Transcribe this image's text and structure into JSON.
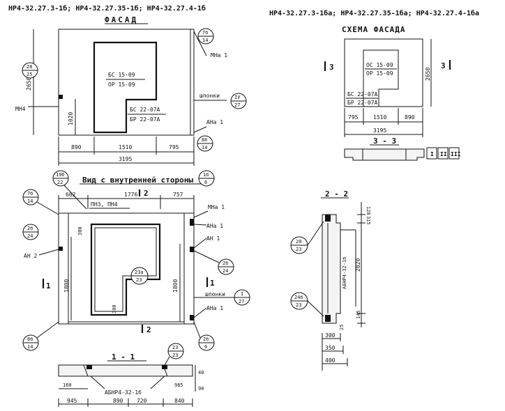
{
  "headers": {
    "left": "НР4-32.27.3-1б; НР4-32.27.35-1б; НР4-32.27.4-1б",
    "right": "НР4-32.27.3-1бa; НР4-32.27.35-1бa; НР4-32.27.4-1бa"
  },
  "titles": {
    "facade": "ФАСАД",
    "scheme": "СХЕМА ФАСАДА",
    "inner": "Вид с внутренней стороны",
    "s11": "1 - 1",
    "s22": "2 - 2",
    "s33": "3 - 3"
  },
  "facade": {
    "window_top": "БС 15-09",
    "window_bottom": "ОР 15-09",
    "door_top": "БС 22-07А",
    "door_bottom": "БР 22-07А",
    "bubble_left_top": "28",
    "bubble_left_bottom": "25",
    "bubble_tr_top": "7б",
    "bubble_tr_bottom": "14",
    "bubble_mid_top": "IУ",
    "bubble_mid_bottom": "27",
    "bubble_br_top": "8б",
    "bubble_br_bottom": "14",
    "mn_top": "МНа 1",
    "mn_left": "МН4",
    "shponki": "шпонки",
    "anal": "АНа 1",
    "dim_height": "2650",
    "dim_low": "1020",
    "dim_890": "890",
    "dim_1510": "1510",
    "dim_795": "795",
    "dim_total": "3195"
  },
  "scheme": {
    "window_top": "ОС 15-09",
    "window_bottom": "ОР 15-09",
    "door_top": "БС 22-07А",
    "door_bottom": "БР 22-07А",
    "dim_height": "2650",
    "dim_795": "795",
    "dim_1510": "1510",
    "dim_890": "890",
    "dim_total": "3195",
    "cut_left": "3",
    "cut_right": "3"
  },
  "inner": {
    "bubble_a_top": "19б",
    "bubble_a_bottom": "22",
    "bubble_b_top": "1б",
    "bubble_b_bottom": "6",
    "bubble_c_top": "7б",
    "bubble_c_bottom": "14",
    "bubble_d_top": "2б",
    "bubble_d_bottom": "24",
    "bubble_e_top": "2б",
    "bubble_e_bottom": "24",
    "bubble_f_top": "23а",
    "bubble_f_bottom": "23",
    "bubble_g_top": "I",
    "bubble_g_bottom": "27",
    "bubble_h_top": "8б",
    "bubble_h_bottom": "14",
    "bubble_i_top": "2б",
    "bubble_i_bottom": "6",
    "dim_662": "662",
    "dim_1776": "1776",
    "dim_757": "757",
    "pn": "ПН3, ПН4",
    "mna1": "МНа 1",
    "ana1_top": "АНа 1",
    "an1": "АН 1",
    "an2": "АН 2",
    "shponki": "шпонки",
    "ana1_bottom": "АНа 1",
    "dim_1800_left": "1800",
    "dim_1800_right": "1800",
    "dim_300_top": "300",
    "dim_300_bottom": "300",
    "cut_2_top": "2",
    "cut_2_bottom": "2",
    "cut_1_left": "1",
    "cut_1_right": "1"
  },
  "section11": {
    "bubble_top": "23",
    "bubble_bottom": "23",
    "label": "АБНР4-32-1б",
    "dim_160": "160",
    "dim_945": "945",
    "dim_890": "890",
    "dim_720": "720",
    "dim_840": "840",
    "dim_985": "985",
    "dim_90": "90",
    "dim_40": "40"
  },
  "section22": {
    "bubble_top_top": "20",
    "bubble_top_bottom": "23",
    "bubble_bot_top": "24б",
    "bubble_bot_bottom": "23",
    "label": "АБНР4-32-1б",
    "dim_128": "128",
    "dim_315": "315",
    "dim_2020": "2020",
    "dim_145": "145",
    "dim_25": "25",
    "dim_300": "300",
    "dim_350": "350",
    "dim_400": "400"
  },
  "section33": {
    "marks": [
      "I",
      "II",
      "III"
    ]
  }
}
